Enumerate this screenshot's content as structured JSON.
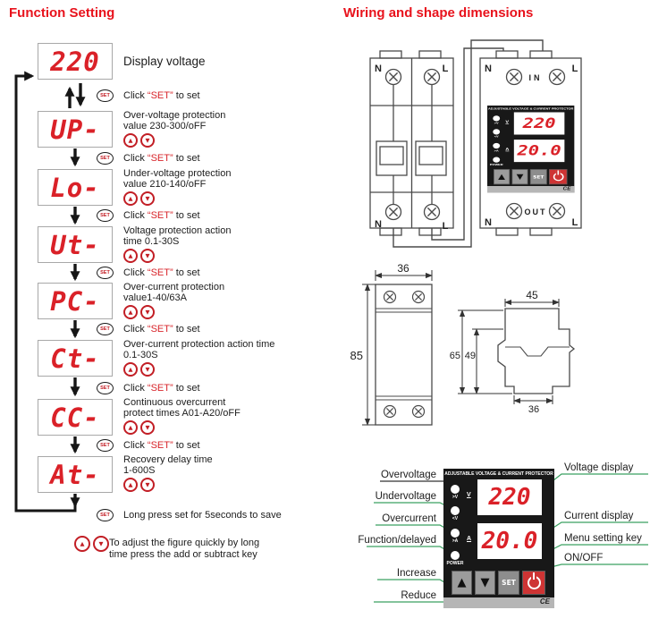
{
  "colors": {
    "accent_red": "#d8232b",
    "leader_green": "#3aa060",
    "panel_black": "#181818",
    "power_red": "#ce3434",
    "digit_red": "#da2128"
  },
  "left": {
    "title": "Function Setting",
    "steps": [
      {
        "code": "220",
        "line1": "Display voltage",
        "line2": ""
      },
      {
        "code": "UP-",
        "line1": "Over-voltage protection",
        "line2": "value 230-300/oFF"
      },
      {
        "code": "Lo-",
        "line1": "Under-voltage protection",
        "line2": "value 210-140/oFF"
      },
      {
        "code": "Ut-",
        "line1": "Voltage protection action",
        "line2": "time 0.1-30S"
      },
      {
        "code": "PC-",
        "line1": "Over-current protection",
        "line2": "value1-40/63A"
      },
      {
        "code": "Ct-",
        "line1": "Over-current protection action time",
        "line2": "0.1-30S"
      },
      {
        "code": "CC-",
        "line1": "Continuous overcurrent",
        "line2": "protect times A01-A20/oFF"
      },
      {
        "code": "At-",
        "line1": "Recovery delay time",
        "line2": "1-600S"
      }
    ],
    "click": {
      "pre": "Click",
      "set": "“SET”",
      "post": "to set"
    },
    "set_label": "SET",
    "long_press": "Long press set for 5seconds to save",
    "adjust_line1": "To adjust the figure quickly by long",
    "adjust_line2": "time press the add or subtract key",
    "up_icon": "▲",
    "down_icon": "▼"
  },
  "right": {
    "title": "Wiring and shape dimensions",
    "wiring": {
      "n": "N",
      "l": "L",
      "in": "IN",
      "out": "OUT"
    },
    "dims": {
      "front_width": "36",
      "front_height": "85",
      "side_top": "45",
      "depth_total": "65",
      "depth_body": "49",
      "rail_width": "36"
    },
    "panel": {
      "header": "ADJUSTABLE VOLTAGE & CURRENT PROTECTOR",
      "led_labels": [
        ">V",
        "<V",
        ">A",
        "POWER"
      ],
      "volt_unit": "V",
      "amp_unit": "A",
      "voltage": "220",
      "current": "20.0",
      "set_key": "SET",
      "ce_mark": "CE",
      "labels_left": [
        "Overvoltage",
        "Undervoltage",
        "Overcurrent",
        "Function/delayed",
        "Increase",
        "Reduce"
      ],
      "labels_right": [
        "Voltage display",
        "Current display",
        "Menu setting key",
        "ON/OFF"
      ]
    }
  }
}
